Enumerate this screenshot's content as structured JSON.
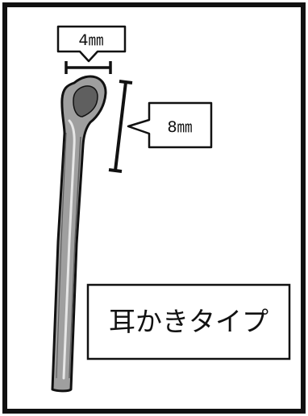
{
  "width_label": "4㎜",
  "length_label": "8㎜",
  "type_label": "耳かきタイプ",
  "colors": {
    "ink": "#111111",
    "paper": "#ffffff",
    "tool_mid": "#9f9f9f",
    "tool_shadow": "#5f5f5f",
    "tool_highlight": "#e6e6e6"
  }
}
